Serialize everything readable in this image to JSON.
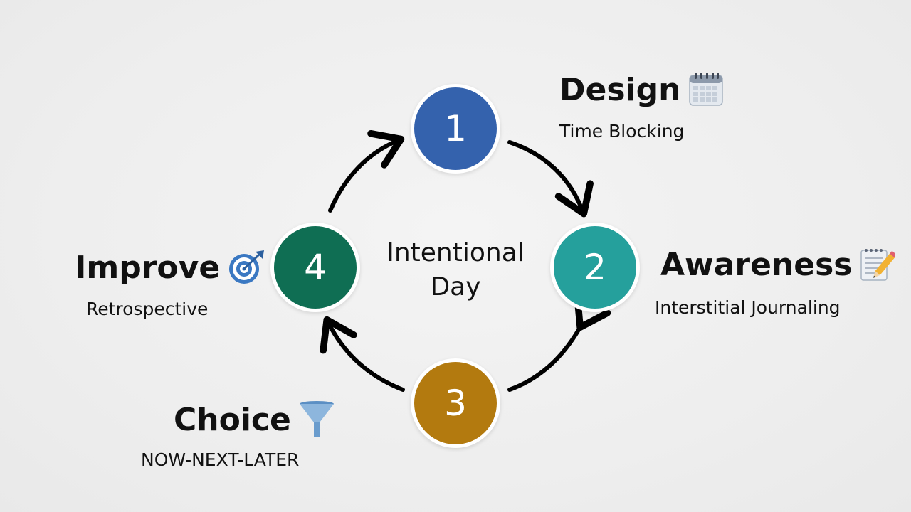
{
  "center": {
    "line1": "Intentional",
    "line2": "Day"
  },
  "steps": [
    {
      "number": "1",
      "title": "Design",
      "subtitle": "Time Blocking",
      "color": "#3462ad",
      "icon": "calendar-icon"
    },
    {
      "number": "2",
      "title": "Awareness",
      "subtitle": "Interstitial Journaling",
      "color": "#25a09c",
      "icon": "memo-pencil-icon"
    },
    {
      "number": "3",
      "title": "Choice",
      "subtitle": "NOW-NEXT-LATER",
      "color": "#b37a0f",
      "icon": "funnel-icon"
    },
    {
      "number": "4",
      "title": "Improve",
      "subtitle": "Retrospective",
      "color": "#0f6e53",
      "icon": "target-arrow-icon"
    }
  ],
  "colors": {
    "arrow": "#000000",
    "background": "#efefef",
    "text": "#111111"
  }
}
